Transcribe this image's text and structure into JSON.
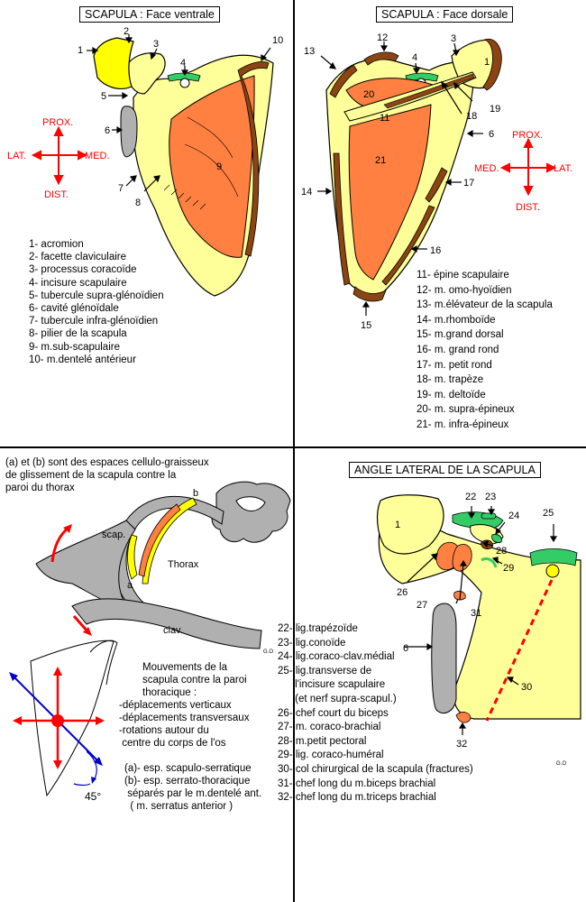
{
  "ventral": {
    "title": "SCAPULA : Face ventrale",
    "numbers": [
      "1",
      "2",
      "3",
      "4",
      "5",
      "6",
      "7",
      "8",
      "9",
      "10"
    ],
    "legend": [
      "1- acromion",
      "2- facette claviculaire",
      "3- processus coracoïde",
      "4- incisure scapulaire",
      "5- tubercule supra-glénoïdien",
      "6- cavité glénoïdale",
      "7- tubercule infra-glénoïdien",
      "8- pilier de la scapula",
      "9- m.sub-scapulaire",
      "10- m.dentelé antérieur"
    ],
    "orient": {
      "prox": "PROX.",
      "lat": "LAT.",
      "med": "MED.",
      "dist": "DIST."
    }
  },
  "dorsal": {
    "title": "SCAPULA  : Face dorsale",
    "numbers": [
      "12",
      "4",
      "3",
      "13",
      "1",
      "20",
      "11",
      "18",
      "19",
      "6",
      "21",
      "14",
      "17",
      "16",
      "15"
    ],
    "legend": [
      "11- épine scapulaire",
      "12- m. omo-hyoïdien",
      "13- m.élévateur de la scapula",
      "14- m.rhomboïde",
      "15- m.grand dorsal",
      "16- m. grand rond",
      "17- m. petit rond",
      "18- m. trapèze",
      "19- m. deltoïde",
      "20- m. supra-épineux",
      "21- m. infra-épineux"
    ],
    "orient": {
      "prox": "PROX.",
      "med": "MED.",
      "lat": "LAT.",
      "dist": "DIST."
    }
  },
  "thorax": {
    "intro": [
      "(a) et (b) sont des espaces cellulo-graisseux",
      "de glissement de la scapula contre la",
      "paroi du thorax"
    ],
    "labels": {
      "b": "b",
      "a": "a",
      "scap": "scap.",
      "thorax": "Thorax",
      "clav": "clav.",
      "sig": "G.O"
    },
    "movements": [
      "Mouvements de la",
      "scapula contre la paroi",
      "thoracique :",
      "-déplacements verticaux",
      "-déplacements transversaux",
      "-rotations autour du",
      " centre du corps de l'os"
    ],
    "spaces": [
      "(a)- esp. scapulo-serratique",
      "(b)- esp. serrato-thoracique",
      " séparés par le m.dentelé ant.",
      "  ( m. serratus anterior )"
    ],
    "angle": "45°"
  },
  "lateral": {
    "title": "ANGLE LATERAL DE LA SCAPULA",
    "numbers": [
      "22",
      "23",
      "24",
      "25",
      "1",
      "28",
      "29",
      "26",
      "27",
      "31",
      "6",
      "30",
      "32"
    ],
    "sig": "G.O",
    "legend": [
      "22- lig.trapézoïde",
      "23- lig.conoïde",
      "24- lig.coraco-clav.médial",
      "25- lig.transverse de",
      "      l'incisure scapulaire",
      "      (et nerf supra-scapul.)",
      "26- chef court du biceps",
      "27- m. coraco-brachial",
      "28- m.petit pectoral",
      "29- lig. coraco-huméral",
      "30- col chirurgical de la scapula (fractures)",
      "31- chef long du m.biceps brachial",
      "32- chef long du m.triceps brachial"
    ]
  },
  "colors": {
    "bone": "#ffff99",
    "acromion": "#ffff00",
    "muscle": "#ff8040",
    "muscle_dark": "#8b4513",
    "ligament": "#33cc66",
    "gray": "#b0b0b0",
    "arrow_red": "#ff0000",
    "arrow_blue": "#0000cc"
  }
}
